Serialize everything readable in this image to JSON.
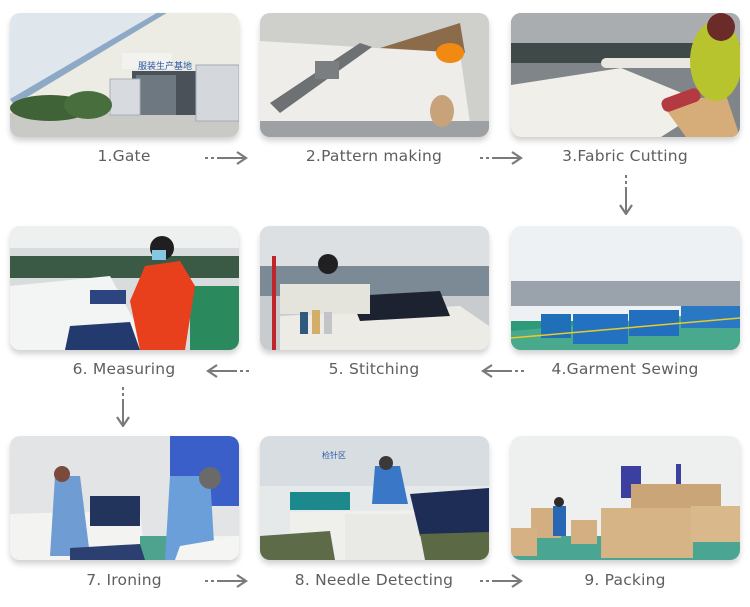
{
  "colors": {
    "background": "#ffffff",
    "label_text": "#5e5e5e",
    "arrow": "#7a7a7a"
  },
  "steps": [
    {
      "label": "1.Gate",
      "photo": "factory-gate-photo"
    },
    {
      "label": "2.Pattern making",
      "photo": "pattern-plotter-photo"
    },
    {
      "label": "3.Fabric Cutting",
      "photo": "fabric-cutting-photo"
    },
    {
      "label": "4.Garment Sewing",
      "photo": "sewing-floor-photo"
    },
    {
      "label": "5. Stitching",
      "photo": "stitching-photo"
    },
    {
      "label": "6. Measuring",
      "photo": "measuring-photo"
    },
    {
      "label": "7. Ironing",
      "photo": "ironing-photo"
    },
    {
      "label": "8. Needle Detecting",
      "photo": "needle-detecting-photo"
    },
    {
      "label": "9. Packing",
      "photo": "packing-photo"
    }
  ],
  "signs": {
    "gate_sign": "服装生产基地",
    "needle_sign": "检针区"
  },
  "arrows": [
    {
      "from": 1,
      "to": 2,
      "direction": "right"
    },
    {
      "from": 2,
      "to": 3,
      "direction": "right"
    },
    {
      "from": 3,
      "to": 4,
      "direction": "down"
    },
    {
      "from": 4,
      "to": 5,
      "direction": "left"
    },
    {
      "from": 5,
      "to": 6,
      "direction": "left"
    },
    {
      "from": 6,
      "to": 7,
      "direction": "down"
    },
    {
      "from": 7,
      "to": 8,
      "direction": "right"
    },
    {
      "from": 8,
      "to": 9,
      "direction": "right"
    }
  ]
}
